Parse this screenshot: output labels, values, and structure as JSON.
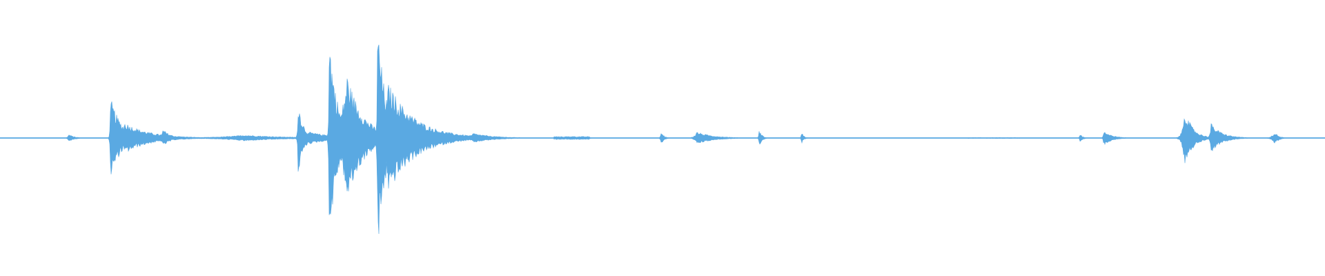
{
  "waveform": {
    "color": "#5aa9e2",
    "background": "#ffffff",
    "duration": 1,
    "bursts": [
      {
        "t": 0.052,
        "amp": 0.03,
        "decay": 0.004,
        "attack": 0.001
      },
      {
        "t": 0.0835,
        "amp": 0.33,
        "decay": 0.008,
        "attack": 0.0004
      },
      {
        "t": 0.094,
        "amp": 0.13,
        "decay": 0.018,
        "attack": 0.002
      },
      {
        "t": 0.123,
        "amp": 0.07,
        "decay": 0.006,
        "attack": 0.001
      },
      {
        "t": 0.185,
        "amp": 0.025,
        "decay": 0.03,
        "attack": 0.02
      },
      {
        "t": 0.225,
        "amp": 0.3,
        "decay": 0.004,
        "attack": 0.0004
      },
      {
        "t": 0.233,
        "amp": 0.05,
        "decay": 0.02,
        "attack": 0.001
      },
      {
        "t": 0.2485,
        "amp": 0.85,
        "decay": 0.006,
        "attack": 0.0004
      },
      {
        "t": 0.262,
        "amp": 0.52,
        "decay": 0.012,
        "attack": 0.005
      },
      {
        "t": 0.285,
        "amp": 0.96,
        "decay": 0.006,
        "attack": 0.0004
      },
      {
        "t": 0.293,
        "amp": 0.45,
        "decay": 0.02,
        "attack": 0.002
      },
      {
        "t": 0.31,
        "amp": 0.05,
        "decay": 0.03,
        "attack": 0.003
      },
      {
        "t": 0.357,
        "amp": 0.04,
        "decay": 0.015,
        "attack": 0.002
      },
      {
        "t": 0.432,
        "amp": 0.015,
        "decay": 0.01,
        "attack": 0.01
      },
      {
        "t": 0.499,
        "amp": 0.055,
        "decay": 0.002,
        "attack": 0.0005
      },
      {
        "t": 0.526,
        "amp": 0.05,
        "decay": 0.012,
        "attack": 0.002
      },
      {
        "t": 0.573,
        "amp": 0.07,
        "decay": 0.002,
        "attack": 0.0004
      },
      {
        "t": 0.605,
        "amp": 0.05,
        "decay": 0.0015,
        "attack": 0.0004
      },
      {
        "t": 0.815,
        "amp": 0.035,
        "decay": 0.002,
        "attack": 0.0004
      },
      {
        "t": 0.833,
        "amp": 0.06,
        "decay": 0.006,
        "attack": 0.0005
      },
      {
        "t": 0.894,
        "amp": 0.24,
        "decay": 0.006,
        "attack": 0.0015
      },
      {
        "t": 0.914,
        "amp": 0.12,
        "decay": 0.008,
        "attack": 0.0008
      },
      {
        "t": 0.962,
        "amp": 0.05,
        "decay": 0.003,
        "attack": 0.002
      }
    ],
    "segments": [
      {
        "t0": 0.418,
        "t1": 0.445,
        "amp": 0.012
      },
      {
        "t0": 0.73,
        "t1": 0.77,
        "amp": 0.004
      }
    ],
    "noise_floor": 0.003
  }
}
